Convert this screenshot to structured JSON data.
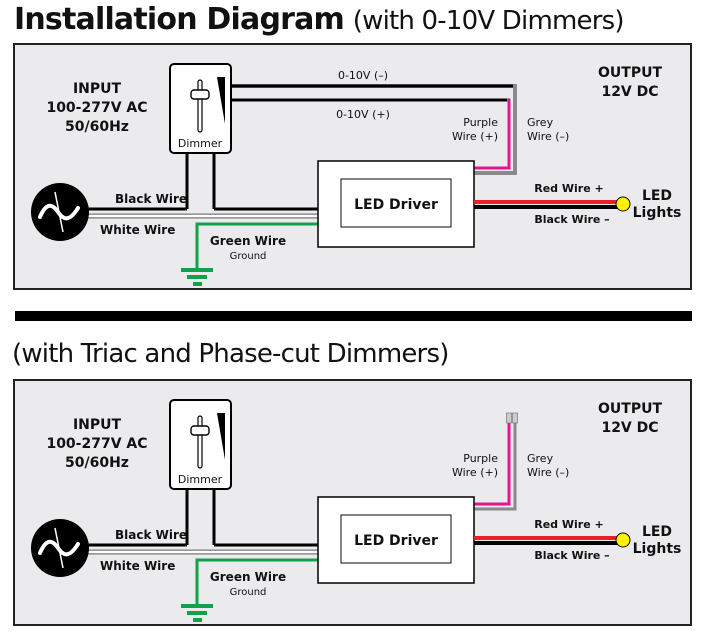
{
  "title": {
    "bold": "Installation Diagram",
    "light": "(with 0-10V Dimmers)"
  },
  "subtitle": "(with Triac and Phase-cut Dimmers)",
  "colors": {
    "panel_bg": "#ebebed",
    "black_wire": "#000000",
    "white_wire": "#ffffff",
    "green_wire": "#12a04a",
    "purple_wire": "#e6168c",
    "grey_wire": "#8a8a8a",
    "red_wire": "#e8202a",
    "led_yellow": "#fff200"
  },
  "diagram_0_10v": {
    "input": [
      "INPUT",
      "100-277V AC",
      "50/60Hz"
    ],
    "output": [
      "OUTPUT",
      "12V DC"
    ],
    "dimmer_label": "Dimmer",
    "led_driver_label": "LED Driver",
    "wire_0_10v_minus": "0-10V (–)",
    "wire_0_10v_plus": "0-10V (+)",
    "purple_wire": [
      "Purple",
      "Wire (+)"
    ],
    "grey_wire": [
      "Grey",
      "Wire (–)"
    ],
    "black_wire": "Black Wire",
    "white_wire": "White Wire",
    "green_wire": "Green Wire",
    "ground": "Ground",
    "red_wire_plus": "Red  Wire +",
    "black_wire_minus": "Black Wire –",
    "led_lights": [
      "LED",
      "Lights"
    ]
  },
  "diagram_triac": {
    "input": [
      "INPUT",
      "100-277V AC",
      "50/60Hz"
    ],
    "output": [
      "OUTPUT",
      "12V DC"
    ],
    "dimmer_label": "Dimmer",
    "led_driver_label": "LED Driver",
    "purple_wire": [
      "Purple",
      "Wire (+)"
    ],
    "grey_wire": [
      "Grey",
      "Wire (–)"
    ],
    "black_wire": "Black Wire",
    "white_wire": "White Wire",
    "green_wire": "Green Wire",
    "ground": "Ground",
    "red_wire_plus": "Red  Wire +",
    "black_wire_minus": "Black Wire –",
    "led_lights": [
      "LED",
      "Lights"
    ]
  }
}
